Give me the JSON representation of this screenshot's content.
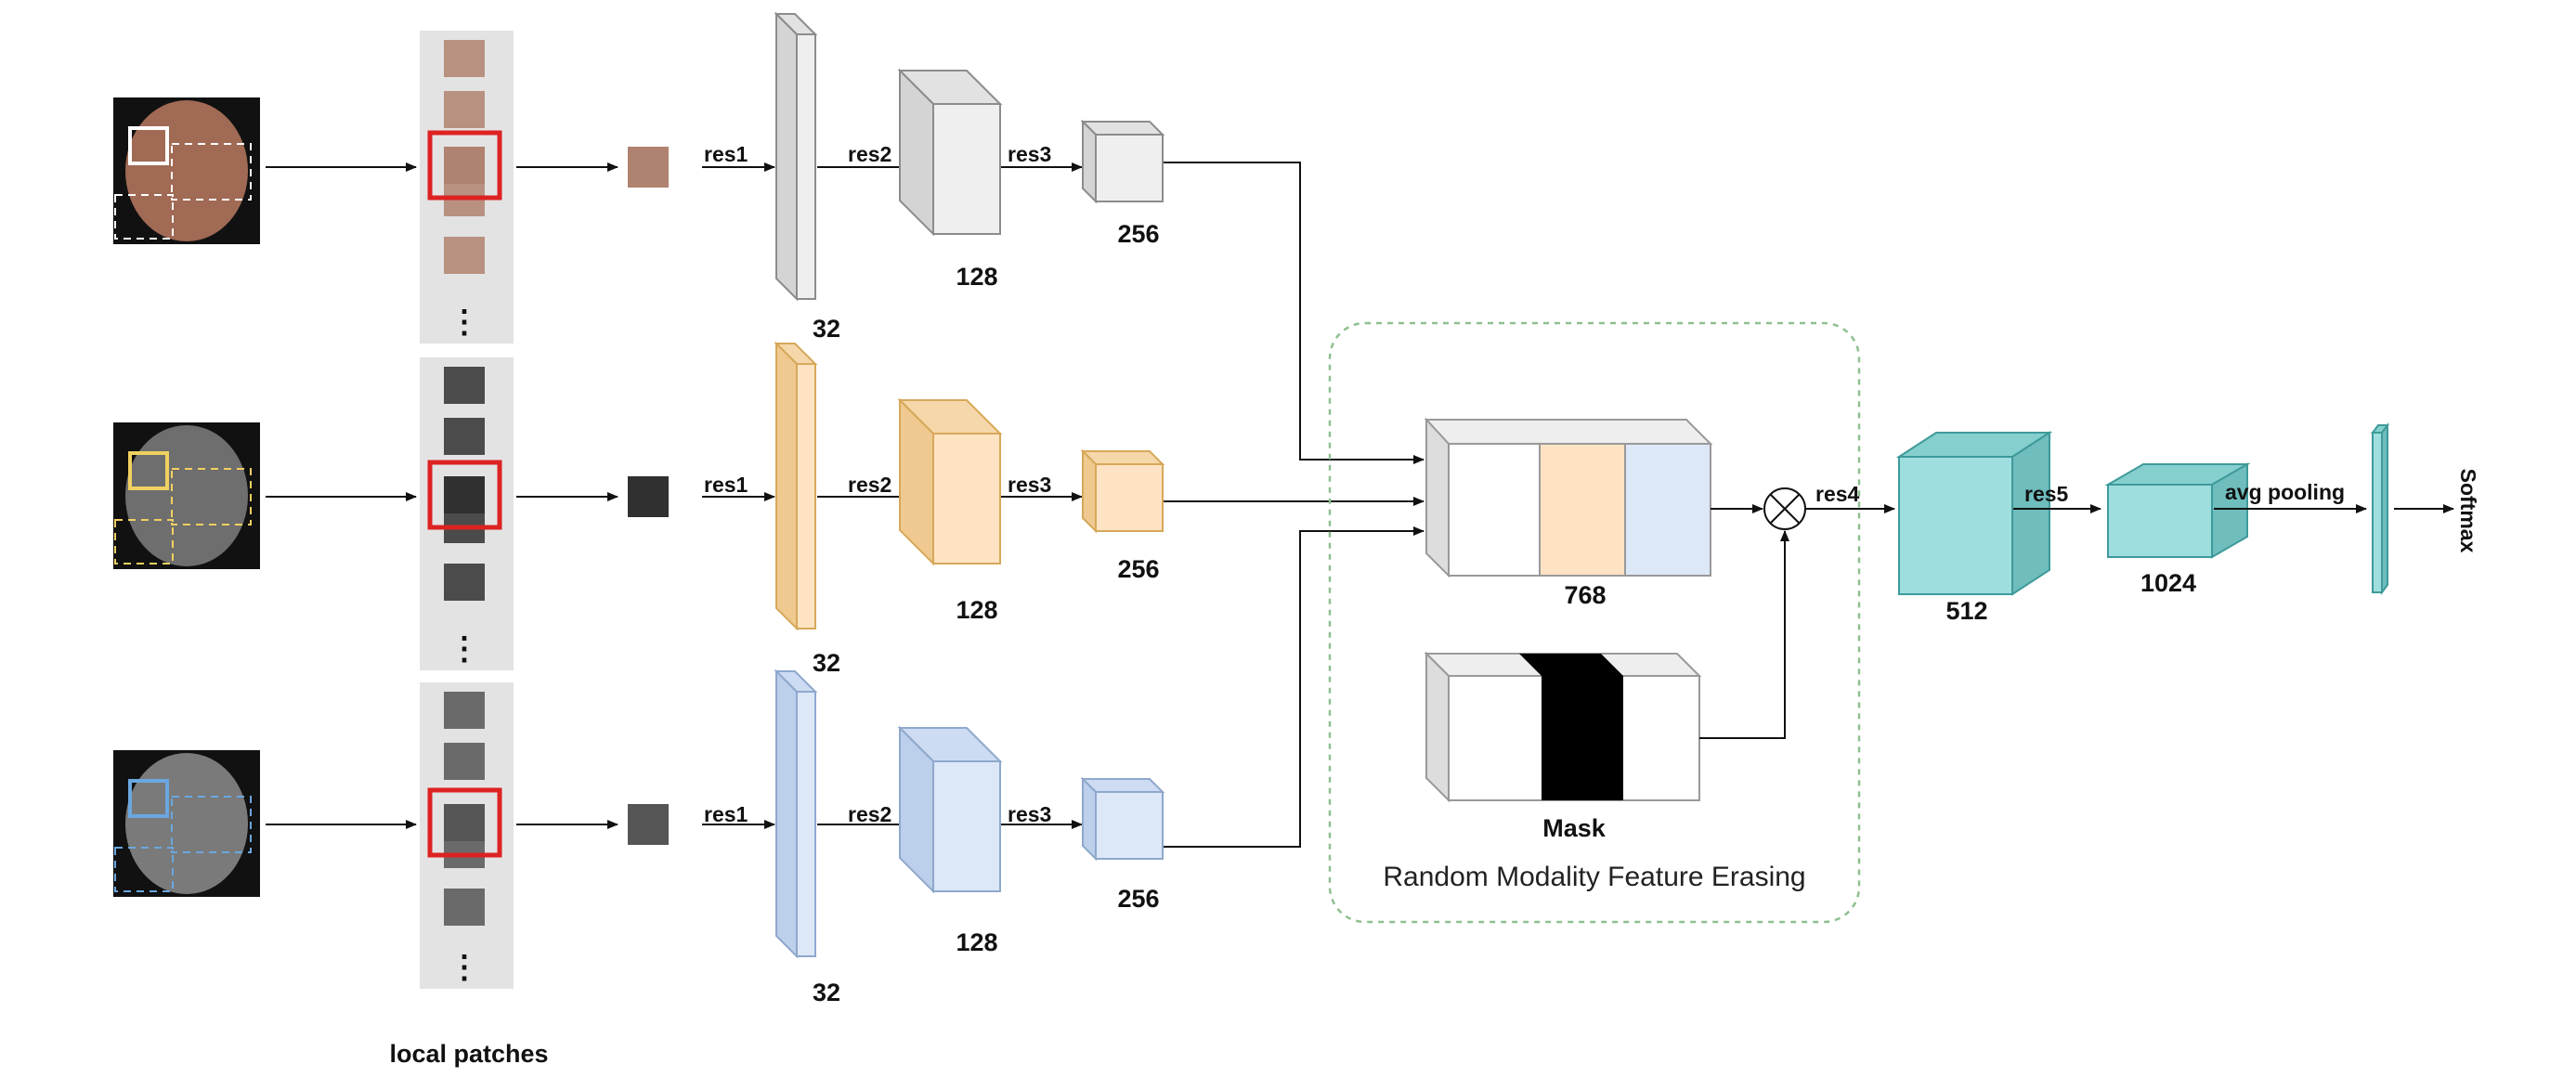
{
  "figure": {
    "branches": [
      {
        "id": "rgb",
        "colors": {
          "face": "#a06a55",
          "box": "#ffffff",
          "crop": "#b08270",
          "front": "#efefef",
          "top": "#e2e2e2",
          "side": "#d4d4d4",
          "stroke": "#8c8c8c"
        },
        "blocks": [
          "32",
          "128",
          "256"
        ],
        "res": [
          "res1",
          "res2",
          "res3"
        ]
      },
      {
        "id": "depth",
        "colors": {
          "face": "#6e6e6e",
          "box": "#f0d060",
          "crop": "#303030",
          "front": "#fde3c3",
          "top": "#f6d7aa",
          "side": "#efc990",
          "stroke": "#d6a85a"
        },
        "blocks": [
          "32",
          "128",
          "256"
        ],
        "res": [
          "res1",
          "res2",
          "res3"
        ]
      },
      {
        "id": "ir",
        "colors": {
          "face": "#7a7a7a",
          "box": "#6aa7e0",
          "crop": "#555555",
          "front": "#dce7f8",
          "top": "#cddcf2",
          "side": "#bccfeb",
          "stroke": "#8fa8cc"
        },
        "blocks": [
          "32",
          "128",
          "256"
        ],
        "res": [
          "res1",
          "res2",
          "res3"
        ]
      }
    ],
    "local_patches_label": "local patches",
    "fusion": {
      "concat_label": "768",
      "segment_colors": [
        "#ffffff",
        "#fde3c3",
        "#dce7f8"
      ],
      "mask_label": "Mask",
      "region_label": "Random Modality Feature Erasing",
      "region_border_color": "#8fbf8f"
    },
    "head": {
      "res4": "res4",
      "res5": "res5",
      "block4_label": "512",
      "block5_label": "1024",
      "pool_label": "avg pooling",
      "output_label": "Softmax",
      "teal": {
        "front": "#9fdede",
        "top": "#86cfcf",
        "side": "#6fbdbd",
        "stroke": "#3f9a9a"
      }
    },
    "highlight_color": "#dd2222"
  }
}
